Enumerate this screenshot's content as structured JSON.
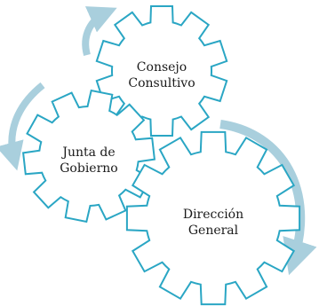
{
  "diagram": {
    "colors": {
      "gear_fill": "#ffffff",
      "gear_stroke": "#2aa6c4",
      "arrow": "#a9cfdd"
    },
    "gears": [
      {
        "id": "consejo",
        "label_line1": "Consejo",
        "label_line2": "Consultivo"
      },
      {
        "id": "junta",
        "label_line1": "Junta de",
        "label_line2": "Gobierno"
      },
      {
        "id": "direccion",
        "label_line1": "Dirección",
        "label_line2": "General"
      }
    ]
  }
}
